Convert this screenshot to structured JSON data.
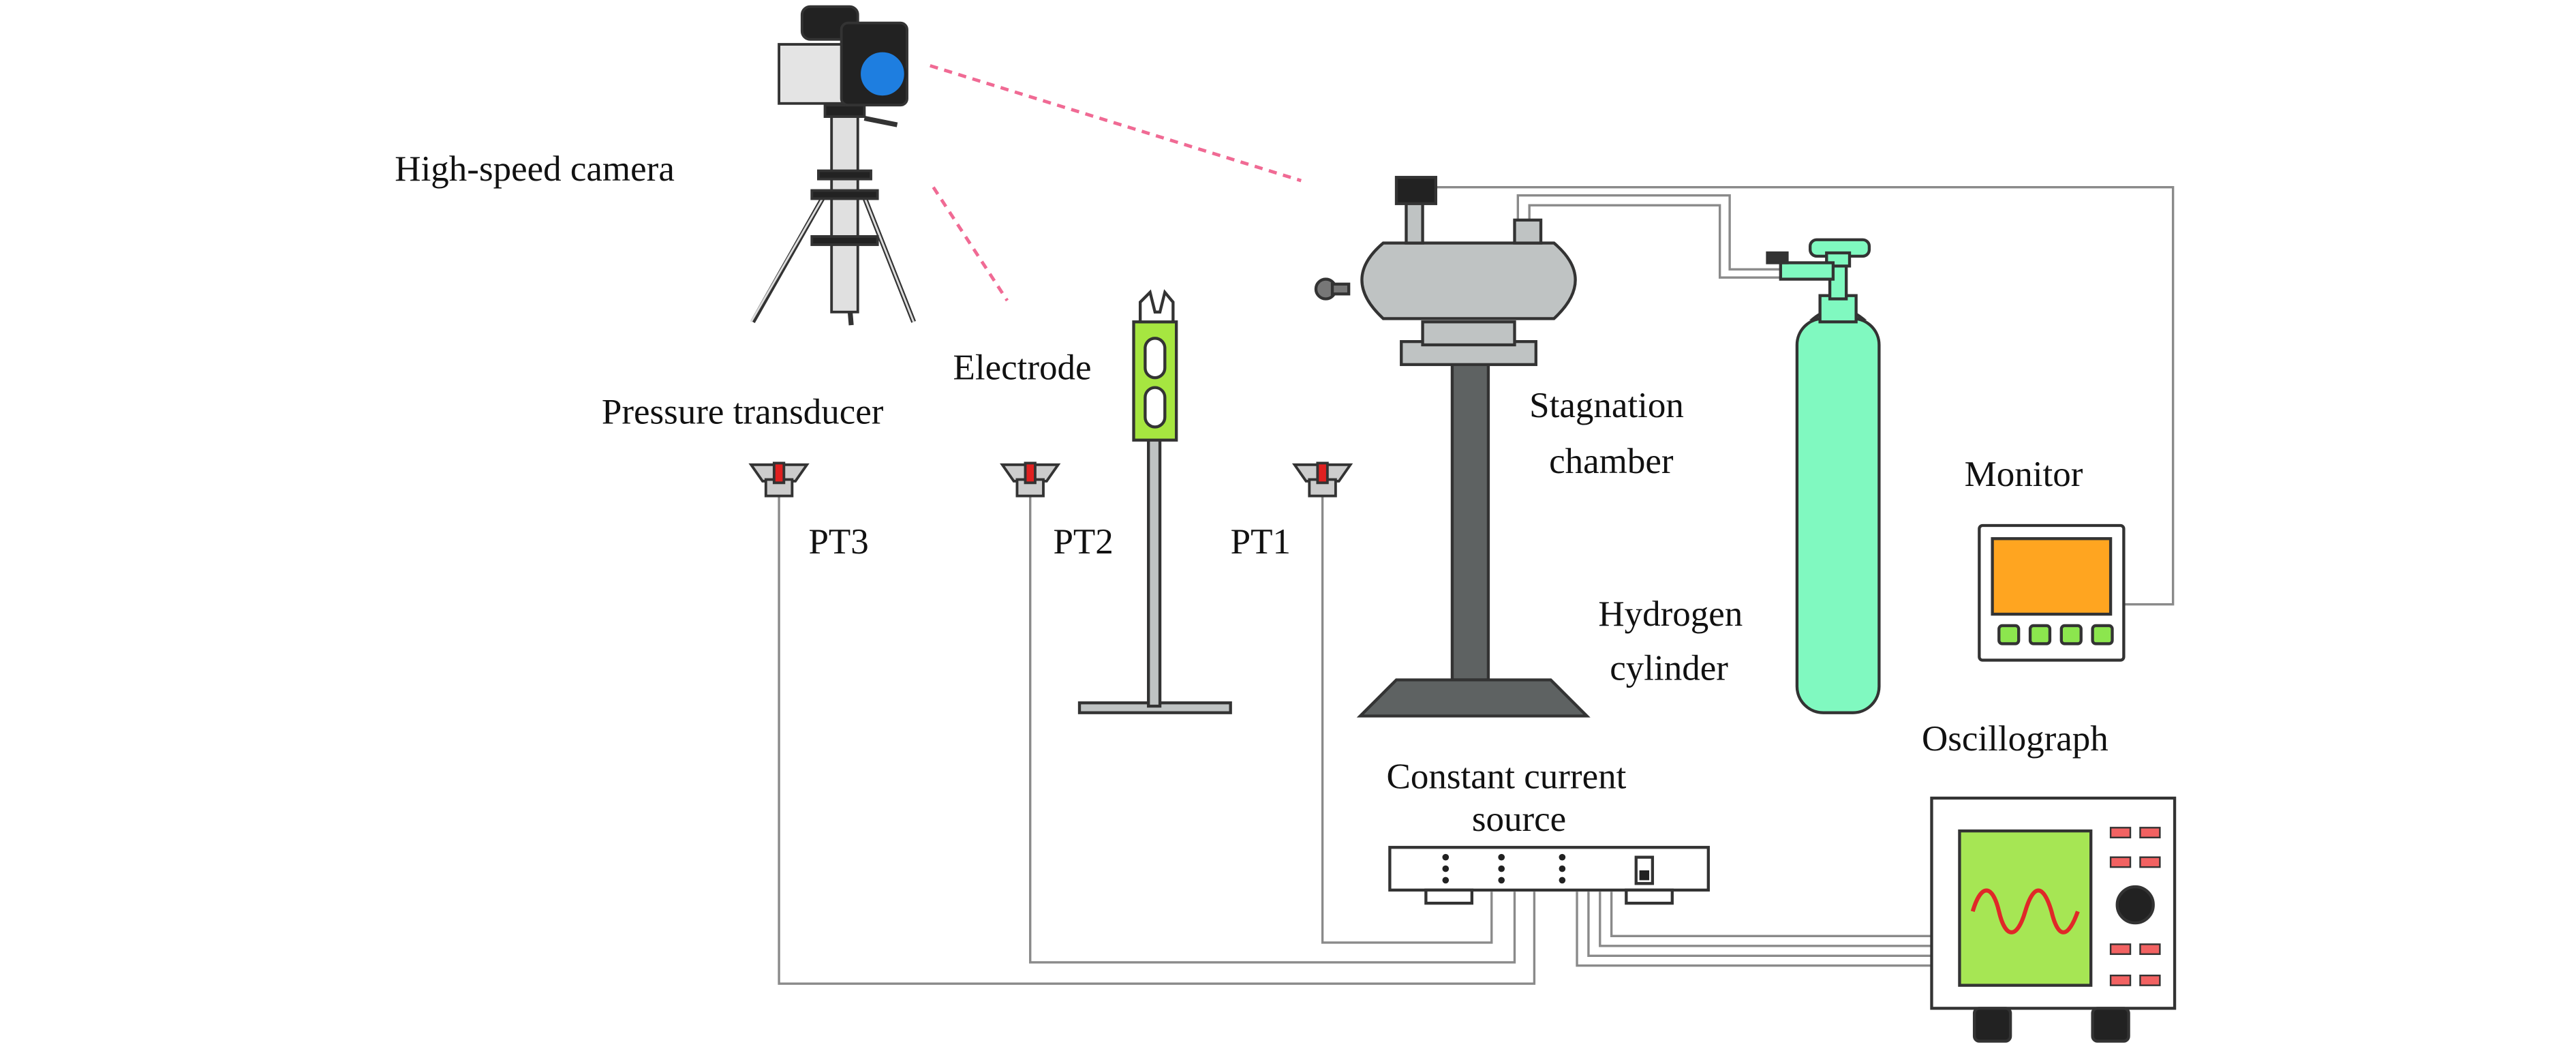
{
  "labels": {
    "camera": "High-speed camera",
    "electrode": "Electrode",
    "transducer": "Pressure transducer",
    "pt3": "PT3",
    "pt2": "PT2",
    "pt1": "PT1",
    "chamber_line1": "Stagnation",
    "chamber_line2": "chamber",
    "hydrogen_line1": "Hydrogen",
    "hydrogen_line2": "cylinder",
    "monitor": "Monitor",
    "oscillograph": "Oscillograph",
    "source_line1": "Constant current",
    "source_line2": "source"
  },
  "colors": {
    "camera_body": "#e4e4e4",
    "camera_lens": "#1e7ee0",
    "view_line": "#f06a94",
    "cylinder": "#80f9c0",
    "electrode": "#a6e640",
    "monitor_screen": "#ffa520",
    "monitor_buttons": "#8ce64e",
    "osc_screen": "#a6e654",
    "wave": "#e02828",
    "osc_buttons": "#f26262",
    "chamber": "#bfc3c3",
    "stand": "#5e6262",
    "transducer_tip": "#e02020"
  },
  "icons": {
    "camera": "video-camera-on-tripod-icon",
    "electrode": "electrode-icon",
    "transducer": "pressure-transducer-icon",
    "chamber": "stagnation-chamber-icon",
    "cylinder": "gas-cylinder-icon",
    "monitor": "monitor-icon",
    "oscillograph": "oscilloscope-icon",
    "source": "current-source-icon"
  }
}
